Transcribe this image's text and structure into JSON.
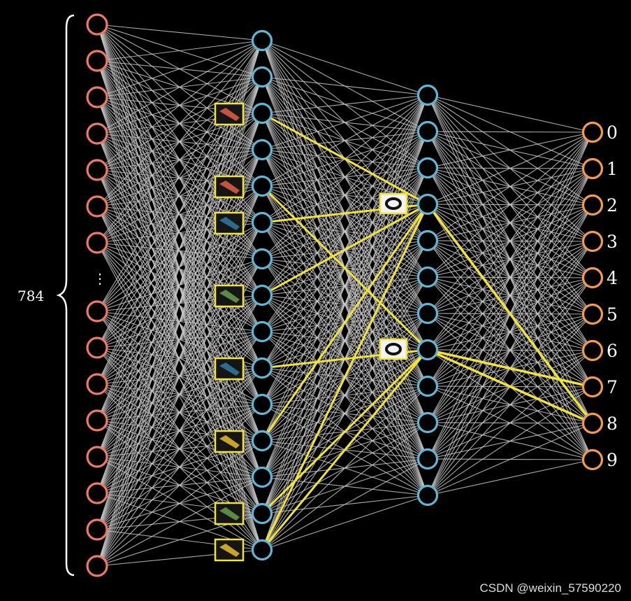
{
  "input_count_label": "784",
  "output_labels": [
    "0",
    "1",
    "2",
    "3",
    "4",
    "5",
    "6",
    "7",
    "8",
    "9"
  ],
  "ellipsis": "⋮",
  "watermark": "CSDN @weixin_57590220",
  "layers": {
    "input_visible_nodes": 15,
    "hidden1_nodes": 15,
    "hidden2_nodes": 12,
    "output_nodes": 10
  },
  "highlight_connections": {
    "h1_to_h2": [
      [
        2,
        3
      ],
      [
        4,
        7
      ],
      [
        5,
        3
      ],
      [
        7,
        3
      ],
      [
        9,
        7
      ],
      [
        11,
        3
      ],
      [
        13,
        7
      ],
      [
        14,
        3
      ],
      [
        14,
        7
      ]
    ],
    "h2_to_out": [
      [
        3,
        8
      ],
      [
        7,
        8
      ],
      [
        7,
        7
      ]
    ]
  },
  "colors": {
    "input": "#f07a5f",
    "hidden": "#5fb6d6",
    "output": "#f39c4a",
    "edge": "#c9c9c9",
    "highlight": "#f2e33a",
    "background": "#000000"
  },
  "icons": {
    "h1_patches": [
      "stroke-red",
      "stroke-red",
      "stroke-blue",
      "stroke-green",
      "stroke-blue",
      "stroke-yellow",
      "stroke-green",
      "stroke-yellow"
    ],
    "h2_patches": [
      "loop-top",
      "loop-bottom"
    ]
  }
}
